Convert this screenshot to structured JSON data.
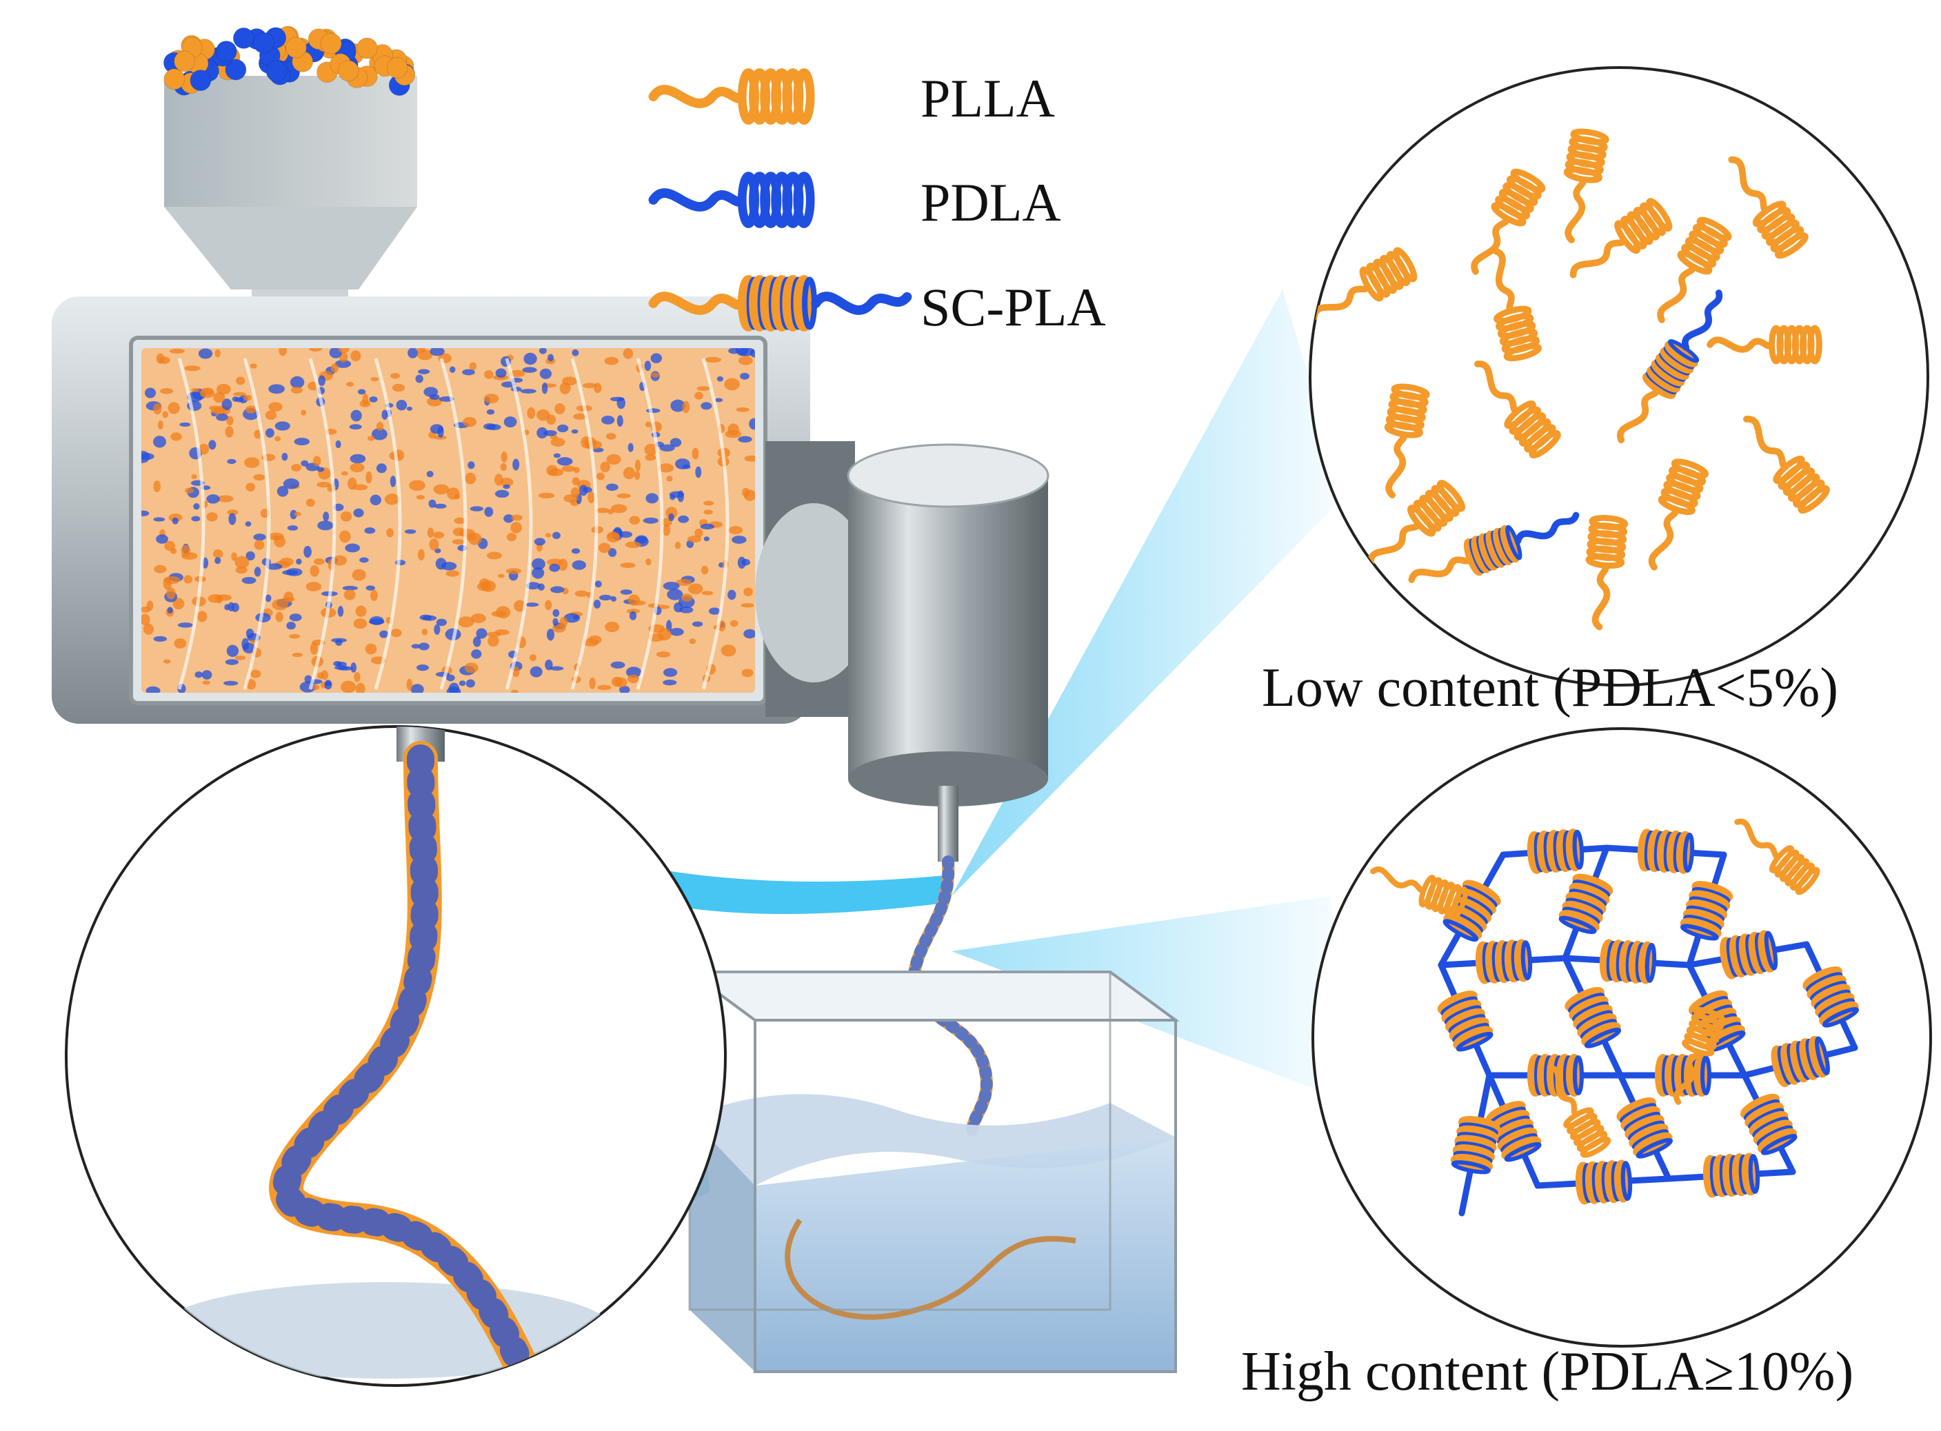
{
  "legend": {
    "items": [
      {
        "label": "PLLA",
        "type": "PLLA"
      },
      {
        "label": "PDLA",
        "type": "PDLA"
      },
      {
        "label": "SC-PLA",
        "type": "SC"
      }
    ]
  },
  "insets": {
    "low": {
      "caption": "Low content (PDLA<5%)"
    },
    "high": {
      "caption": "High content (PDLA≥10%)"
    }
  },
  "colors": {
    "plla": "#F39A2B",
    "pdla": "#1F4FE0",
    "beam": "#19B6F0",
    "metal": "#9AA3A8",
    "water": "#9FC4E4"
  }
}
